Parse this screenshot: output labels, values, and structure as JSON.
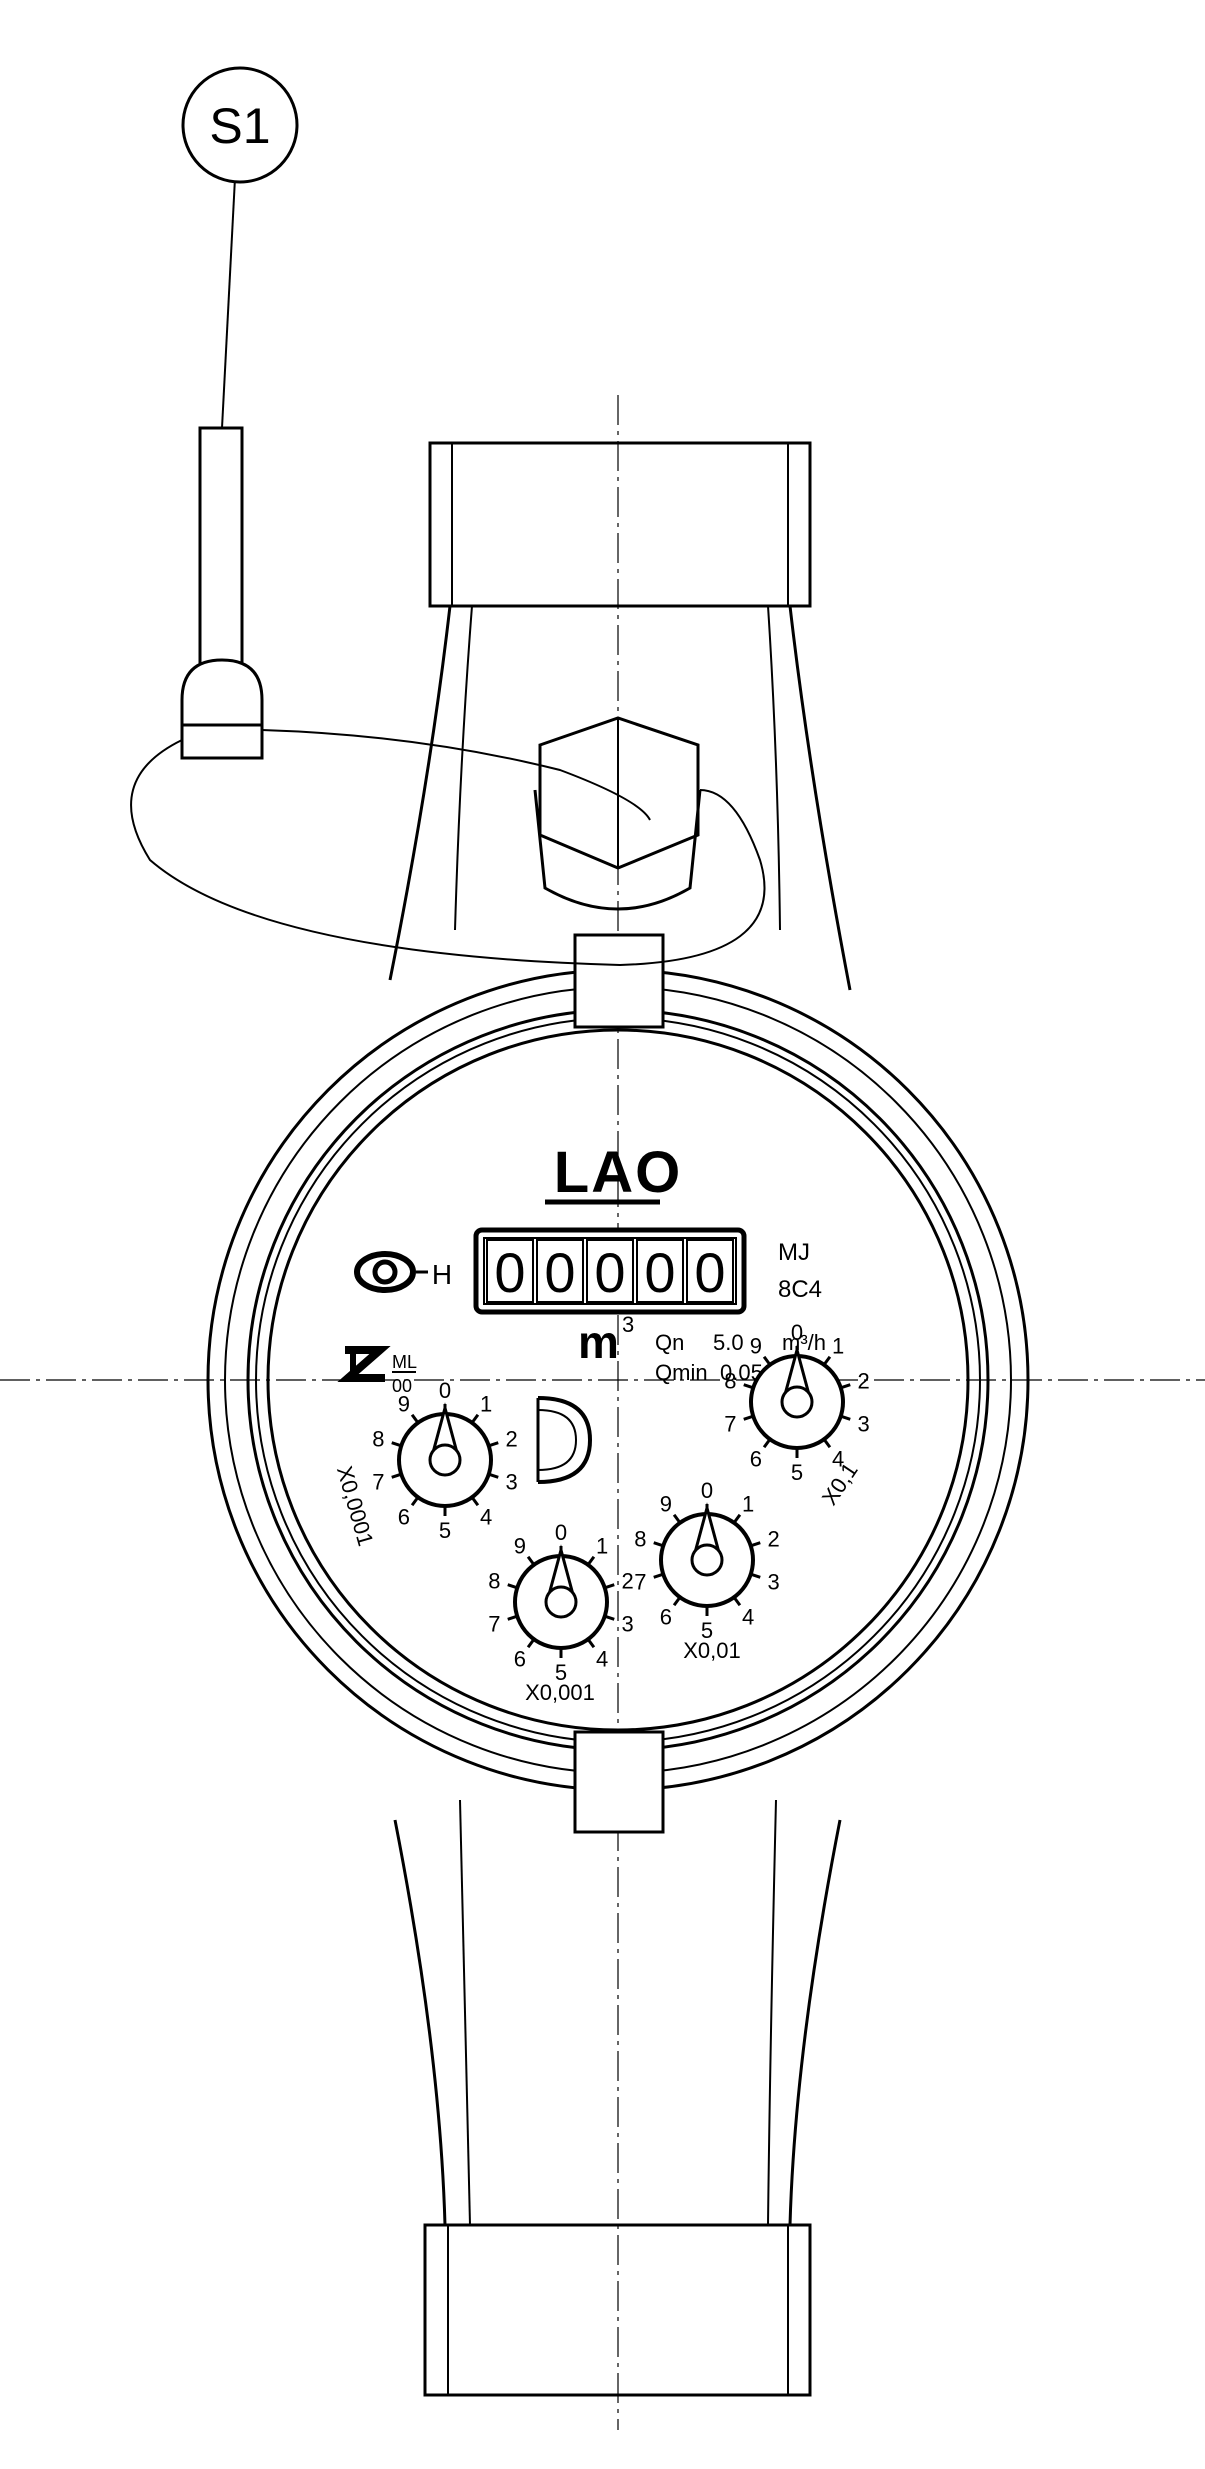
{
  "callout": {
    "label": "S1"
  },
  "brand": {
    "logo": "LAO"
  },
  "counter": {
    "prefix": "H",
    "digits": [
      "0",
      "0",
      "0",
      "0",
      "0"
    ],
    "code_top": "MJ",
    "code_bottom": "8C4"
  },
  "units": {
    "unit": "m",
    "unit_exp": "3",
    "qn_label": "Qn",
    "qn_value": "5.0",
    "qn_unit": "m³/h",
    "qmin_label": "Qmin",
    "qmin_value": "0.050m³/h"
  },
  "mark": {
    "code_top": "ML",
    "code_bottom": "00"
  },
  "dials": [
    {
      "name": "X0,0001",
      "ticks": [
        "0",
        "1",
        "2",
        "3",
        "4",
        "5",
        "6",
        "7",
        "8",
        "9"
      ]
    },
    {
      "name": "X0,001",
      "ticks": [
        "0",
        "1",
        "2",
        "3",
        "4",
        "5",
        "6",
        "7",
        "8",
        "9"
      ]
    },
    {
      "name": "X0,01",
      "ticks": [
        "0",
        "1",
        "2",
        "3",
        "4",
        "5",
        "6",
        "7",
        "8",
        "9"
      ]
    },
    {
      "name": "X0,1",
      "ticks": [
        "0",
        "1",
        "2",
        "3",
        "4",
        "5",
        "6",
        "7",
        "8",
        "9"
      ]
    }
  ]
}
